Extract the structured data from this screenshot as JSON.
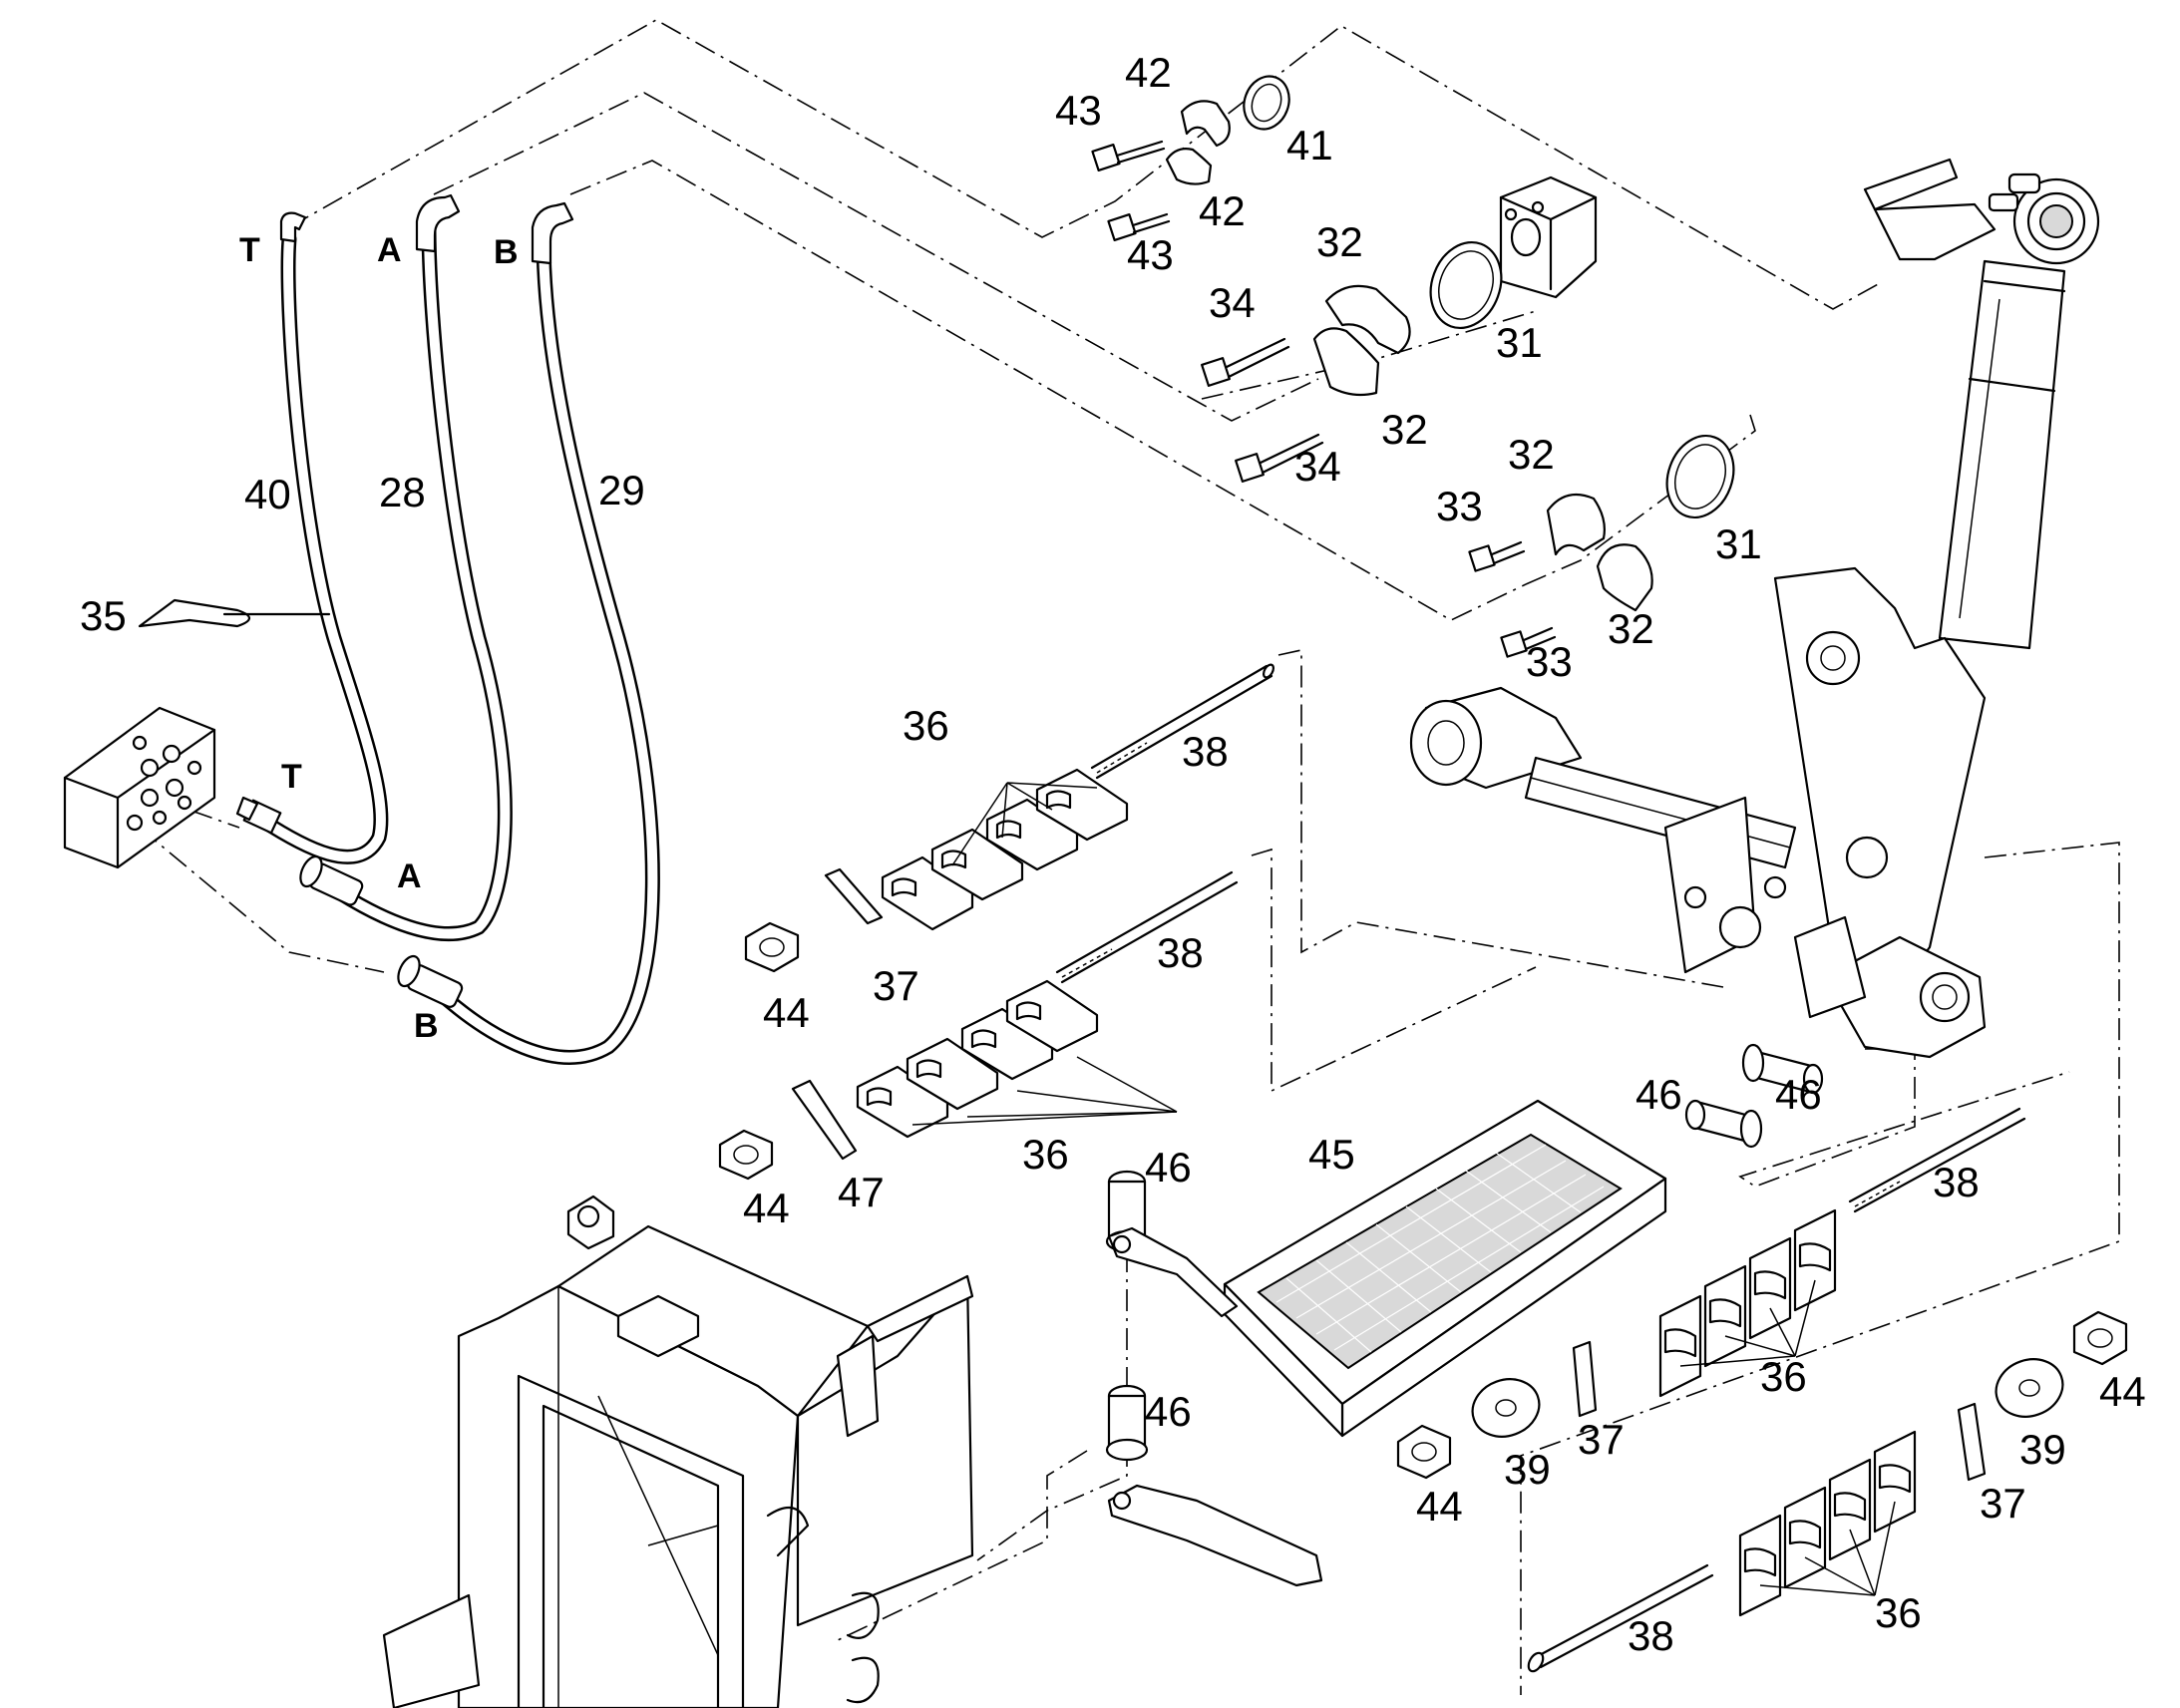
{
  "callouts": [
    {
      "id": "c40",
      "text": "40"
    },
    {
      "id": "c28",
      "text": "28"
    },
    {
      "id": "c29",
      "text": "29"
    },
    {
      "id": "c35",
      "text": "35"
    },
    {
      "id": "c42a",
      "text": "42"
    },
    {
      "id": "c43a",
      "text": "43"
    },
    {
      "id": "c41",
      "text": "41"
    },
    {
      "id": "c42b",
      "text": "42"
    },
    {
      "id": "c43b",
      "text": "43"
    },
    {
      "id": "c32a",
      "text": "32"
    },
    {
      "id": "c34a",
      "text": "34"
    },
    {
      "id": "c31a",
      "text": "31"
    },
    {
      "id": "c34b",
      "text": "34"
    },
    {
      "id": "c32b",
      "text": "32"
    },
    {
      "id": "c32c",
      "text": "32"
    },
    {
      "id": "c33a",
      "text": "33"
    },
    {
      "id": "c31b",
      "text": "31"
    },
    {
      "id": "c32d",
      "text": "32"
    },
    {
      "id": "c33b",
      "text": "33"
    },
    {
      "id": "c36a",
      "text": "36"
    },
    {
      "id": "c38a",
      "text": "38"
    },
    {
      "id": "c44a",
      "text": "44"
    },
    {
      "id": "c37a",
      "text": "37"
    },
    {
      "id": "c38b",
      "text": "38"
    },
    {
      "id": "c36b",
      "text": "36"
    },
    {
      "id": "c44b",
      "text": "44"
    },
    {
      "id": "c47",
      "text": "47"
    },
    {
      "id": "c46a",
      "text": "46"
    },
    {
      "id": "c45",
      "text": "45"
    },
    {
      "id": "c46b",
      "text": "46"
    },
    {
      "id": "c46c",
      "text": "46"
    },
    {
      "id": "c38c",
      "text": "38"
    },
    {
      "id": "c36c",
      "text": "36"
    },
    {
      "id": "c37b",
      "text": "37"
    },
    {
      "id": "c39a",
      "text": "39"
    },
    {
      "id": "c44c",
      "text": "44"
    },
    {
      "id": "c46d",
      "text": "46"
    },
    {
      "id": "c44d",
      "text": "44"
    },
    {
      "id": "c39b",
      "text": "39"
    },
    {
      "id": "c37c",
      "text": "37"
    },
    {
      "id": "c36d",
      "text": "36"
    },
    {
      "id": "c38d",
      "text": "38"
    }
  ],
  "port_labels": {
    "t_top": "T",
    "a_top": "A",
    "b_top": "B",
    "t_bottom": "T",
    "a_bottom": "A",
    "b_bottom": "B"
  }
}
